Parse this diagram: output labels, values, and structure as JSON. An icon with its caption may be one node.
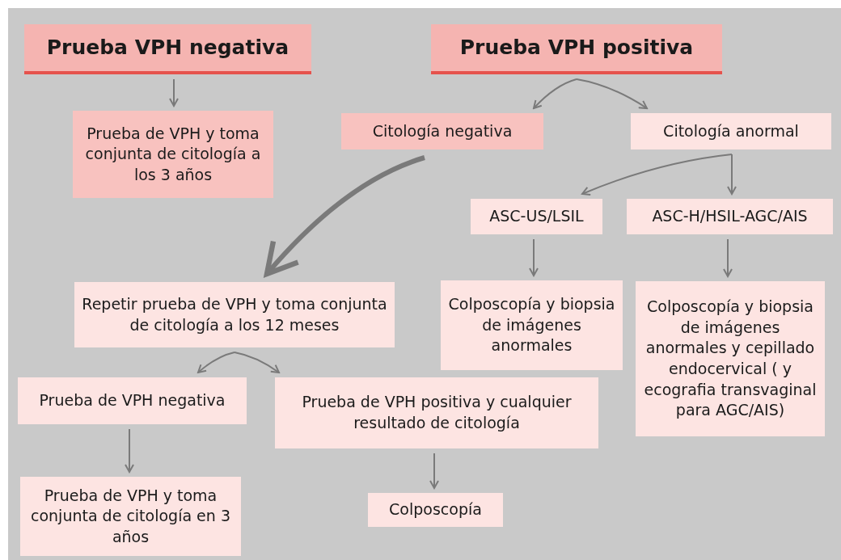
{
  "diagram": {
    "nodes": [
      {
        "text": [
          "Prueba VPH negativa"
        ]
      },
      {
        "text": [
          "Prueba VPH positiva"
        ]
      },
      {
        "text": [
          "Prueba de VPH y toma conjunta de citología a los 3 años"
        ]
      },
      {
        "text": [
          "Citología negativa"
        ]
      },
      {
        "text": [
          "Citología anormal"
        ]
      },
      {
        "text": [
          "ASC-US/LSIL"
        ]
      },
      {
        "text": [
          "ASC-H/HSIL-AGC/AIS"
        ]
      },
      {
        "text": [
          "Repetir prueba de VPH y toma conjunta de citología a los 12 meses"
        ]
      },
      {
        "text": [
          "Colposcopía y biopsia de imágenes anormales"
        ]
      },
      {
        "text": [
          "Colposcopía y biopsia de imágenes anormales y cepillado endocervical ( y ecografia transvaginal para AGC/AIS)"
        ]
      },
      {
        "text": [
          "Prueba de VPH negativa"
        ]
      },
      {
        "text": [
          "Prueba de VPH positiva y cualquier resultado de citología"
        ]
      },
      {
        "text": [
          "Prueba de VPH y toma conjunta de citología en 3 años"
        ]
      },
      {
        "text": [
          "Colposcopía"
        ]
      }
    ],
    "edges": [
      {
        "from": 0,
        "to": 2,
        "arrow": "to"
      },
      {
        "from": 1,
        "to": 3,
        "arrow": "to"
      },
      {
        "from": 1,
        "to": 4,
        "arrow": "to"
      },
      {
        "from": 3,
        "to": 7,
        "arrow": "to",
        "style": "thick"
      },
      {
        "from": 4,
        "to": 5,
        "arrow": "to"
      },
      {
        "from": 4,
        "to": 6,
        "arrow": "to"
      },
      {
        "from": 5,
        "to": 8,
        "arrow": "to"
      },
      {
        "from": 6,
        "to": 9,
        "arrow": "to"
      },
      {
        "from": 7,
        "to": 10,
        "arrow": "to"
      },
      {
        "from": 7,
        "to": 11,
        "arrow": "to"
      },
      {
        "from": 10,
        "to": 12,
        "arrow": "to"
      },
      {
        "from": 11,
        "to": 13,
        "arrow": "to"
      }
    ]
  }
}
